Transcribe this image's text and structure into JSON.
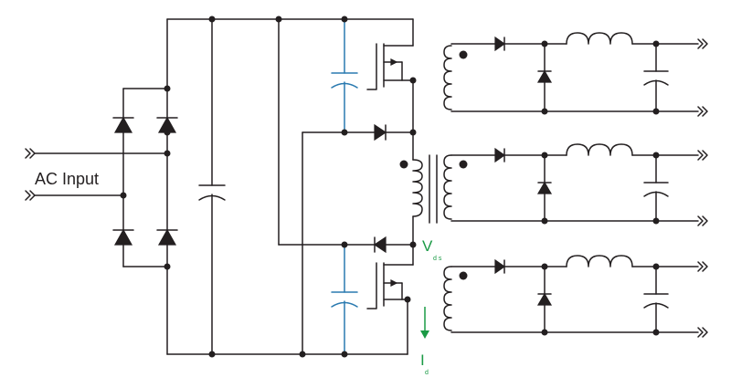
{
  "labels": {
    "ac_input": "AC Input",
    "vds_main": "V",
    "vds_sub": "d s",
    "id_main": "I",
    "id_sub": "d"
  },
  "colors": {
    "wire": "#231f20",
    "capacitor_accent": "#2a7ab0",
    "annotation": "#1a9a45"
  }
}
